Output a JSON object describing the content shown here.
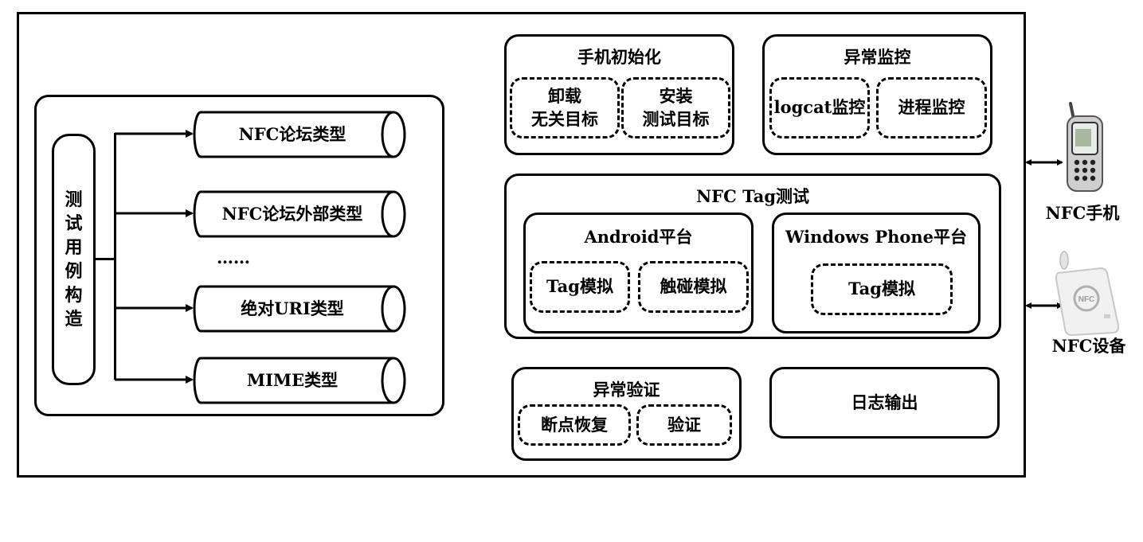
{
  "test_case": {
    "title_chars": [
      "测",
      "试",
      "用",
      "例",
      "构",
      "造"
    ],
    "types": [
      {
        "label": "NFC论坛类型"
      },
      {
        "label": "NFC论坛外部类型"
      },
      {
        "label": "……"
      },
      {
        "label": "绝对URI类型"
      },
      {
        "label": "MIME类型"
      }
    ]
  },
  "phone_init": {
    "title": "手机初始化",
    "uninstall_l1": "卸载",
    "uninstall_l2": "无关目标",
    "install_l1": "安装",
    "install_l2": "测试目标"
  },
  "exception_monitor": {
    "title": "异常监控",
    "logcat": "logcat监控",
    "process": "进程监控"
  },
  "nfc_tag_test": {
    "title": "NFC Tag测试",
    "android": {
      "title": "Android平台",
      "tag_sim": "Tag模拟",
      "touch_sim": "触碰模拟"
    },
    "windows_phone": {
      "title": "Windows Phone平台",
      "tag_sim": "Tag模拟"
    }
  },
  "exception_verify": {
    "title": "异常验证",
    "resume": "断点恢复",
    "verify": "验证"
  },
  "log_output": {
    "title": "日志输出"
  },
  "devices": {
    "phone": "NFC手机",
    "reader": "NFC设备",
    "reader_logo": "NFC"
  }
}
